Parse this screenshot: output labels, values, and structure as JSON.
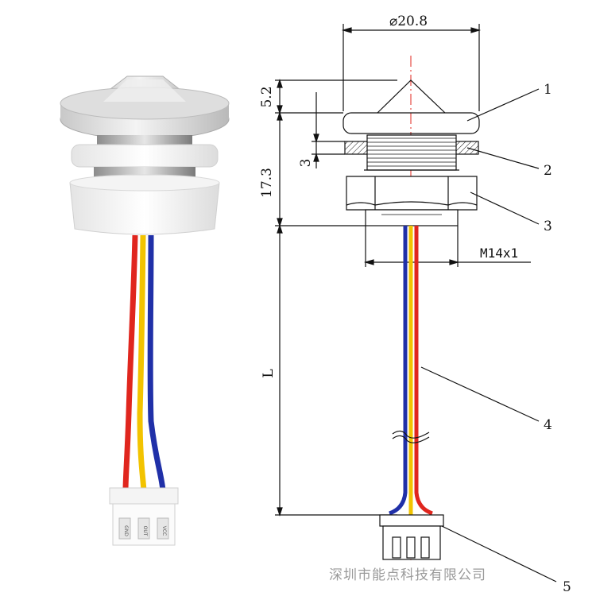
{
  "dimensions": {
    "diameter": "⌀20.8",
    "cone_height": "5.2",
    "flange_thickness": "3",
    "body_height": "17.3",
    "thread": "M14x1",
    "cable_length": "L"
  },
  "callouts": [
    "1",
    "2",
    "3",
    "4",
    "5"
  ],
  "connector_pins": [
    "GND",
    "OUT",
    "VCC"
  ],
  "watermark": "深圳市能点科技有限公司",
  "colors": {
    "wire_red": "#e0261e",
    "wire_yellow": "#f2c300",
    "wire_blue": "#2030a8",
    "center_line": "#e0261e",
    "line": "#111111"
  }
}
